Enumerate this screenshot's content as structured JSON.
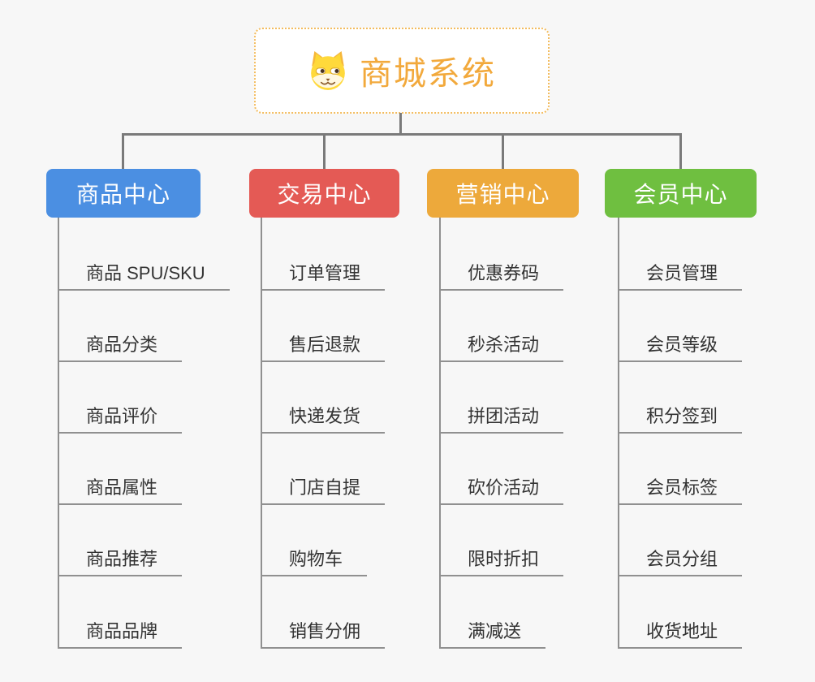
{
  "root": {
    "title": "商城系统",
    "icon": "dog-face-icon",
    "title_color": "#f2a93c",
    "border_color": "#f3bc5e"
  },
  "connector_color": "#7a7a7a",
  "line_color": "#909090",
  "background_color": "#f7f7f7",
  "branches": [
    {
      "label": "商品中心",
      "color": "#4b8fe2",
      "items": [
        "商品 SPU/SKU",
        "商品分类",
        "商品评价",
        "商品属性",
        "商品推荐",
        "商品品牌"
      ]
    },
    {
      "label": "交易中心",
      "color": "#e45a55",
      "items": [
        "订单管理",
        "售后退款",
        "快递发货",
        "门店自提",
        "购物车",
        "销售分佣"
      ]
    },
    {
      "label": "营销中心",
      "color": "#eda93b",
      "items": [
        "优惠券码",
        "秒杀活动",
        "拼团活动",
        "砍价活动",
        "限时折扣",
        "满减送"
      ]
    },
    {
      "label": "会员中心",
      "color": "#6fbf40",
      "items": [
        "会员管理",
        "会员等级",
        "积分签到",
        "会员标签",
        "会员分组",
        "收货地址"
      ]
    }
  ]
}
